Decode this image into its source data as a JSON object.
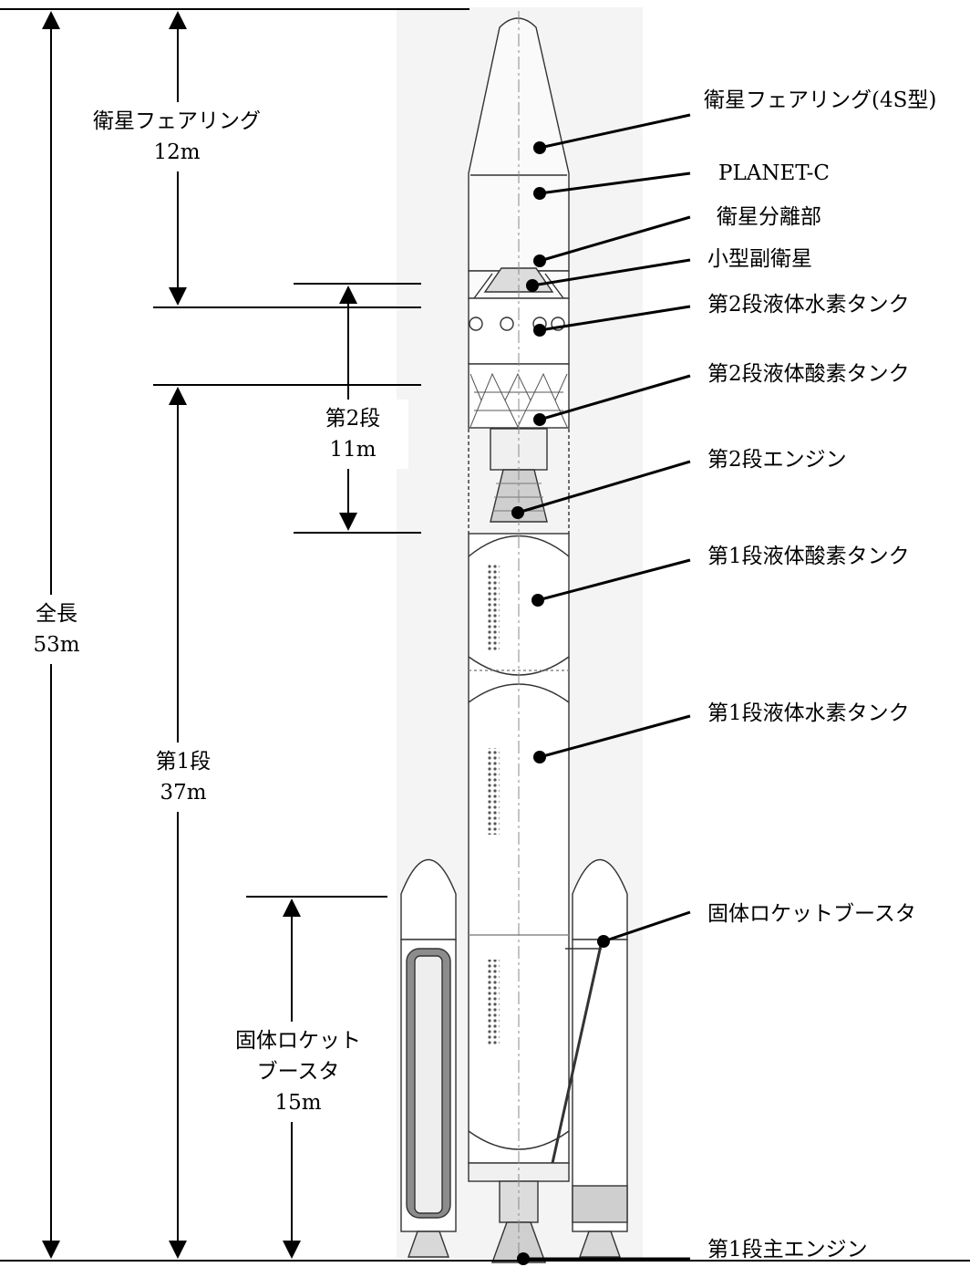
{
  "dimensions": {
    "overall": {
      "name": "全長",
      "value": "53m"
    },
    "fairing": {
      "name": "衛星フェアリング",
      "value": "12m"
    },
    "stage2": {
      "name": "第2段",
      "value": "11m"
    },
    "stage1": {
      "name": "第1段",
      "value": "37m"
    },
    "booster": {
      "name_line1": "固体ロケット",
      "name_line2": "ブースタ",
      "value": "15m"
    }
  },
  "callouts": [
    {
      "id": "fairing-4s",
      "text": "衛星フェアリング(4S型)"
    },
    {
      "id": "planet-c",
      "text": "PLANET-C"
    },
    {
      "id": "separation",
      "text": "衛星分離部"
    },
    {
      "id": "small-sat",
      "text": "小型副衛星"
    },
    {
      "id": "s2-lh2",
      "text": "第2段液体水素タンク"
    },
    {
      "id": "s2-lox",
      "text": "第2段液体酸素タンク"
    },
    {
      "id": "s2-engine",
      "text": "第2段エンジン"
    },
    {
      "id": "s1-lox",
      "text": "第1段液体酸素タンク"
    },
    {
      "id": "s1-lh2",
      "text": "第1段液体水素タンク"
    },
    {
      "id": "srb",
      "text": "固体ロケットブースタ"
    },
    {
      "id": "s1-engine",
      "text": "第1段主エンジン"
    }
  ]
}
